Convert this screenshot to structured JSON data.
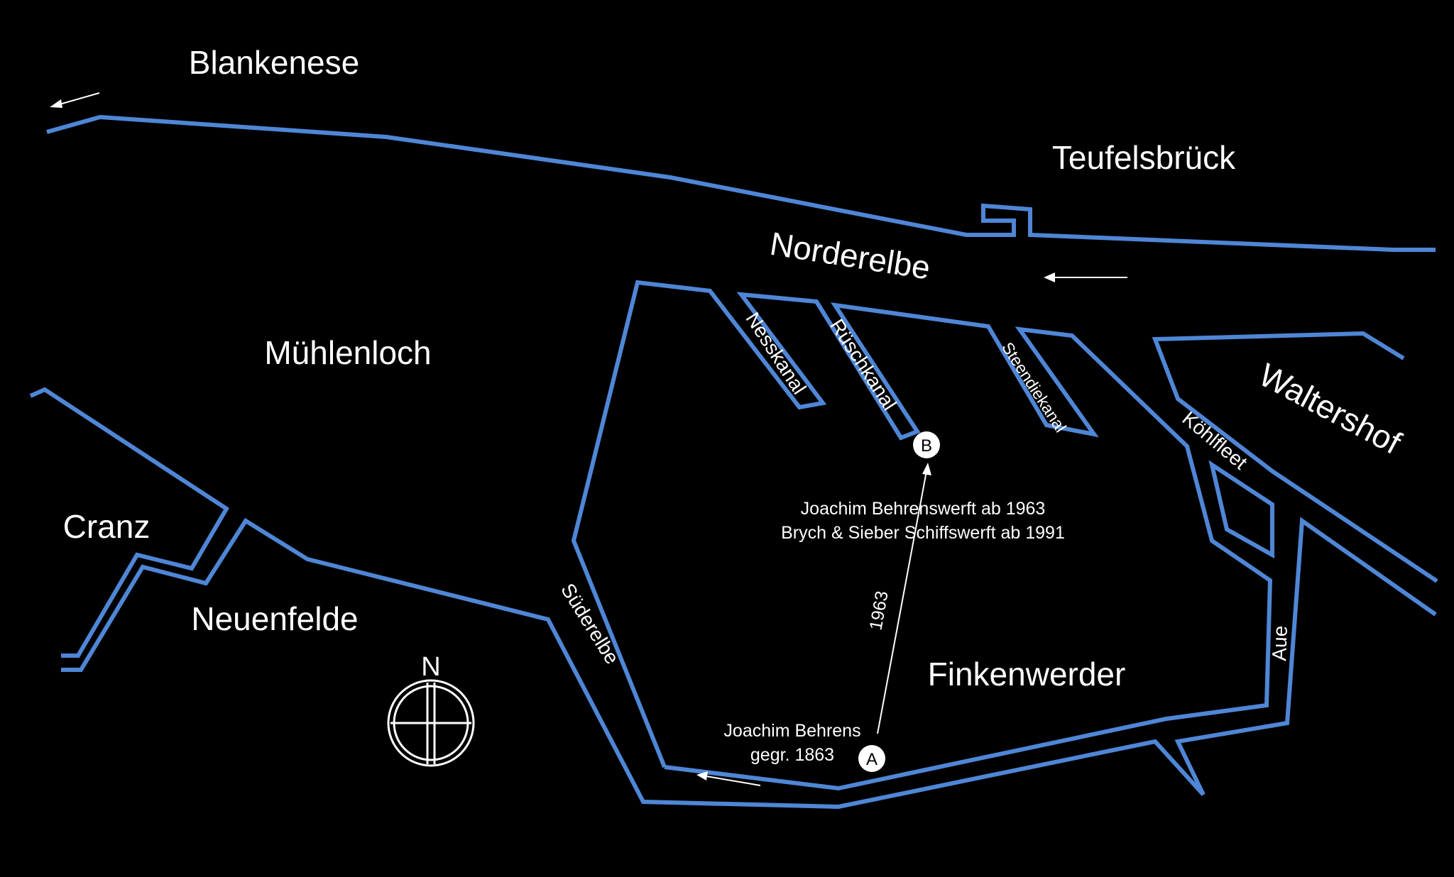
{
  "places": {
    "blankenese": "Blankenese",
    "teufelsbrueck": "Teufelsbrück",
    "muehlenloch": "Mühlenloch",
    "waltershof": "Waltershof",
    "cranz": "Cranz",
    "neuenfelde": "Neuenfelde",
    "finkenwerder": "Finkenwerder"
  },
  "waterways": {
    "norderelbe": "Norderelbe",
    "suederelbe": "Süderelbe",
    "nesskanal": "Nesskanal",
    "rueschkanal": "Rüschkanal",
    "steendiekanal": "Steendiekanal",
    "koehlfleet": "Köhlfleet",
    "aue": "Aue"
  },
  "markers": {
    "a": {
      "letter": "A",
      "line1": "Joachim Behrens",
      "line2": "gegr. 1863"
    },
    "b": {
      "letter": "B",
      "line1": "Joachim Behrenswerft ab 1963",
      "line2": "Brych & Sieber Schiffswerft ab 1991"
    },
    "move_year": "1963"
  },
  "compass": {
    "north": "N"
  },
  "colors": {
    "background": "#000000",
    "river": "#4f86d6",
    "text": "#ffffff"
  },
  "icons": [
    "flow-arrow-icon",
    "compass-rose-icon"
  ]
}
